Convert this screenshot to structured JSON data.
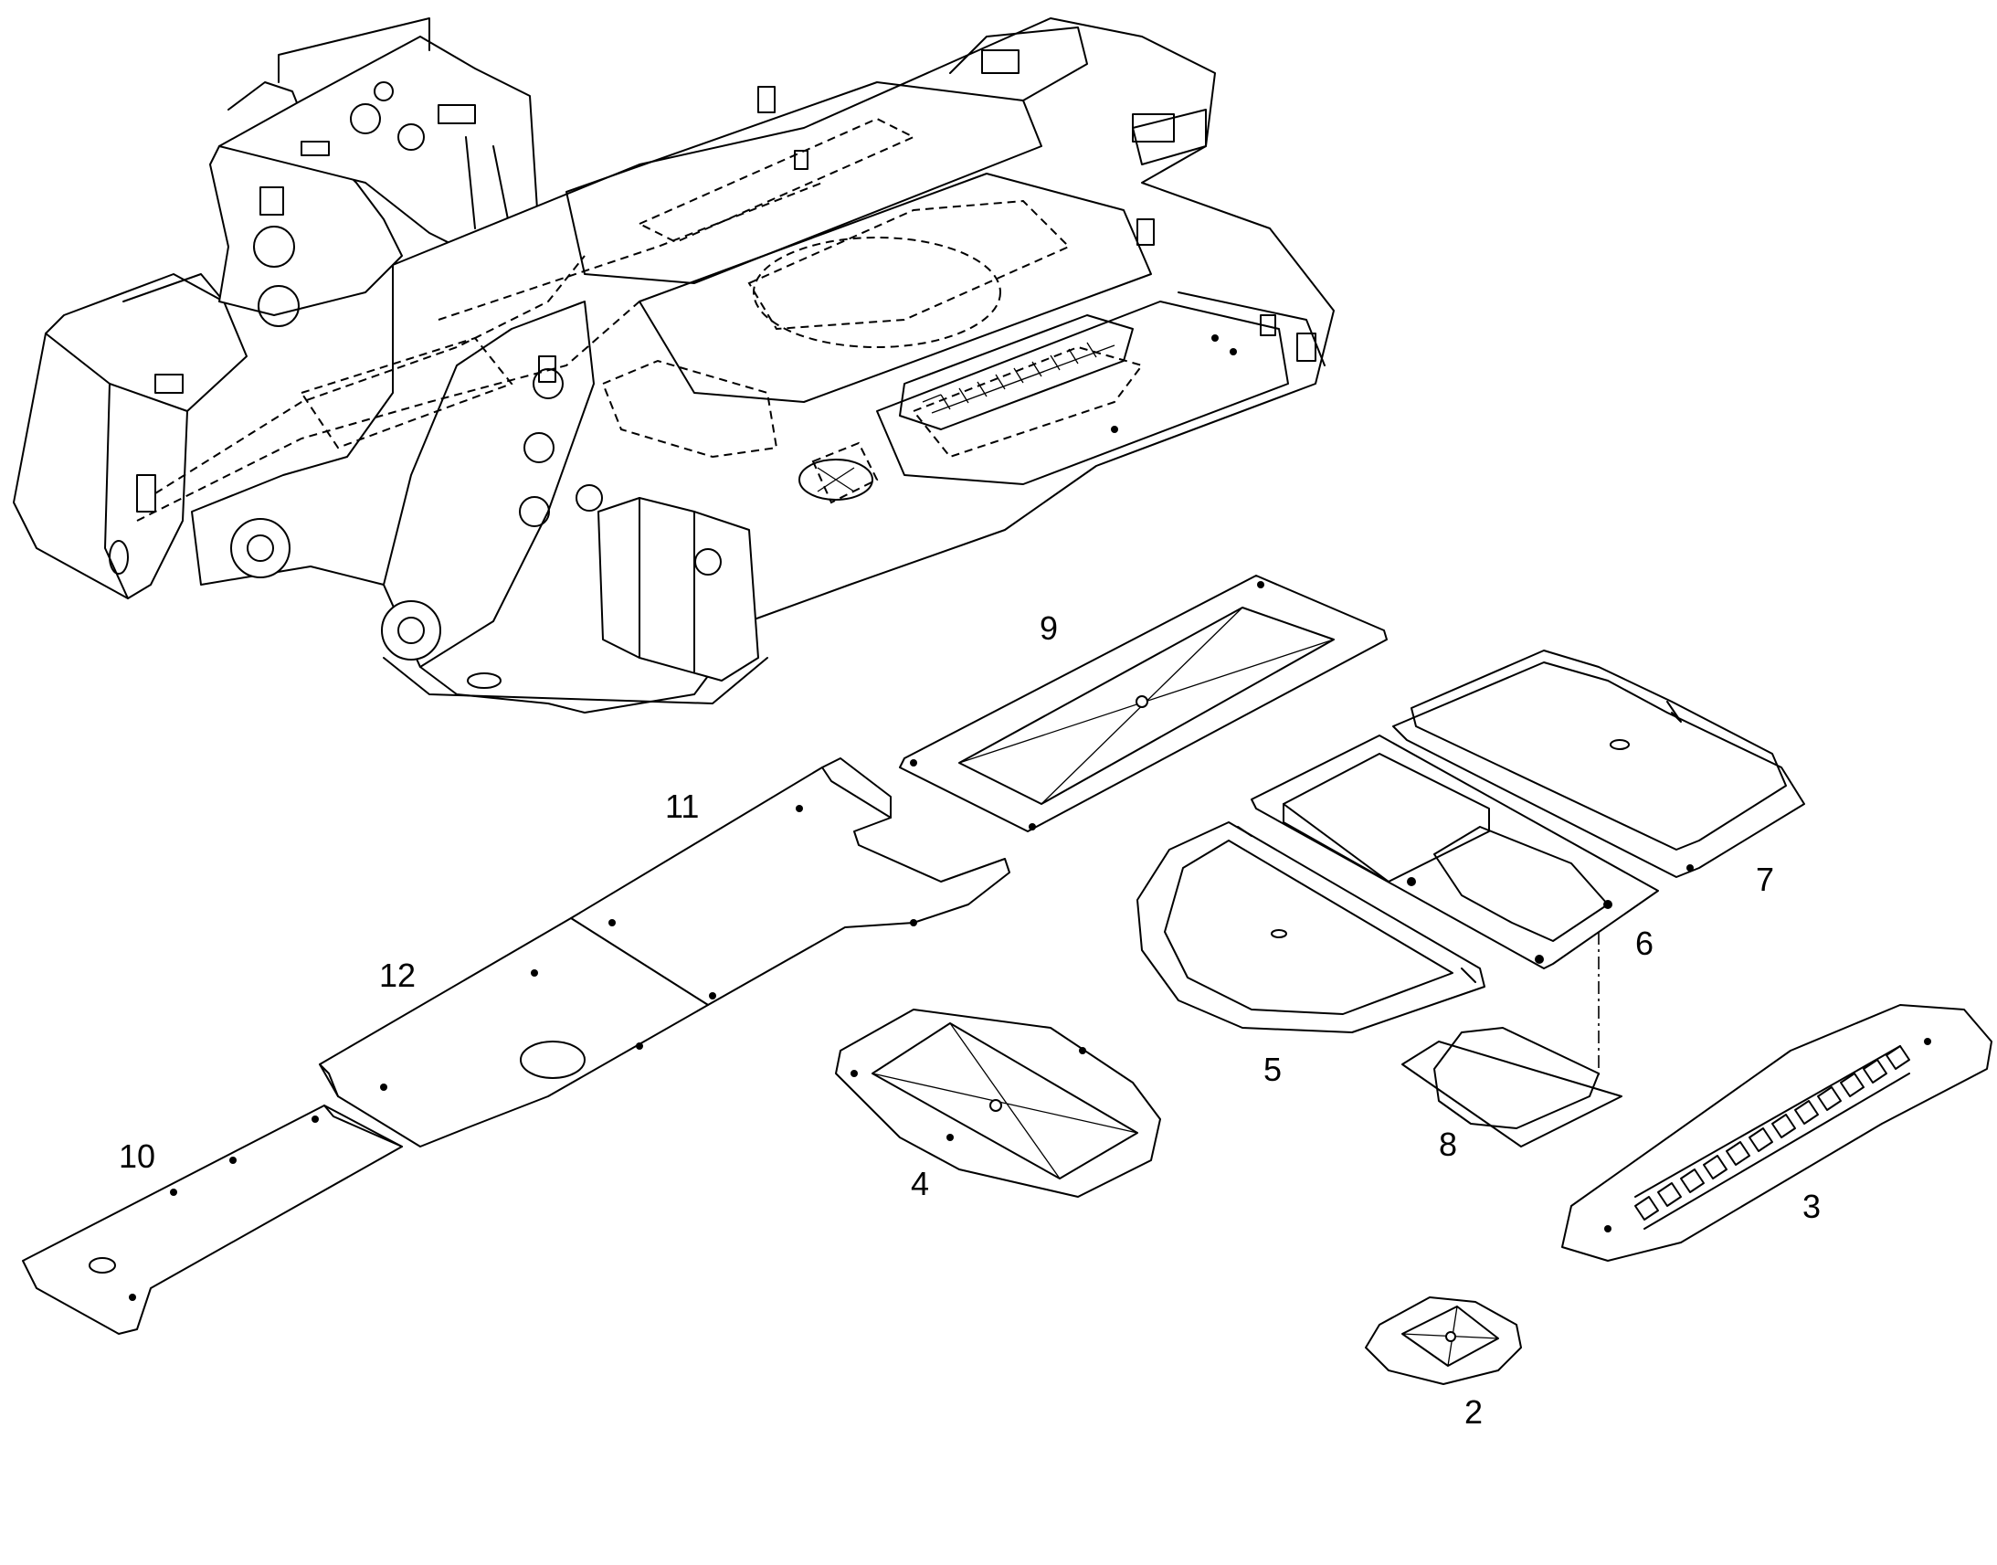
{
  "diagram": {
    "callouts": [
      {
        "id": "callout-9",
        "text": "9"
      },
      {
        "id": "callout-11",
        "text": "11"
      },
      {
        "id": "callout-7",
        "text": "7"
      },
      {
        "id": "callout-6",
        "text": "6"
      },
      {
        "id": "callout-12",
        "text": "12"
      },
      {
        "id": "callout-5",
        "text": "5"
      },
      {
        "id": "callout-10",
        "text": "10"
      },
      {
        "id": "callout-4",
        "text": "4"
      },
      {
        "id": "callout-8",
        "text": "8"
      },
      {
        "id": "callout-3",
        "text": "3"
      },
      {
        "id": "callout-2",
        "text": "2"
      }
    ]
  }
}
